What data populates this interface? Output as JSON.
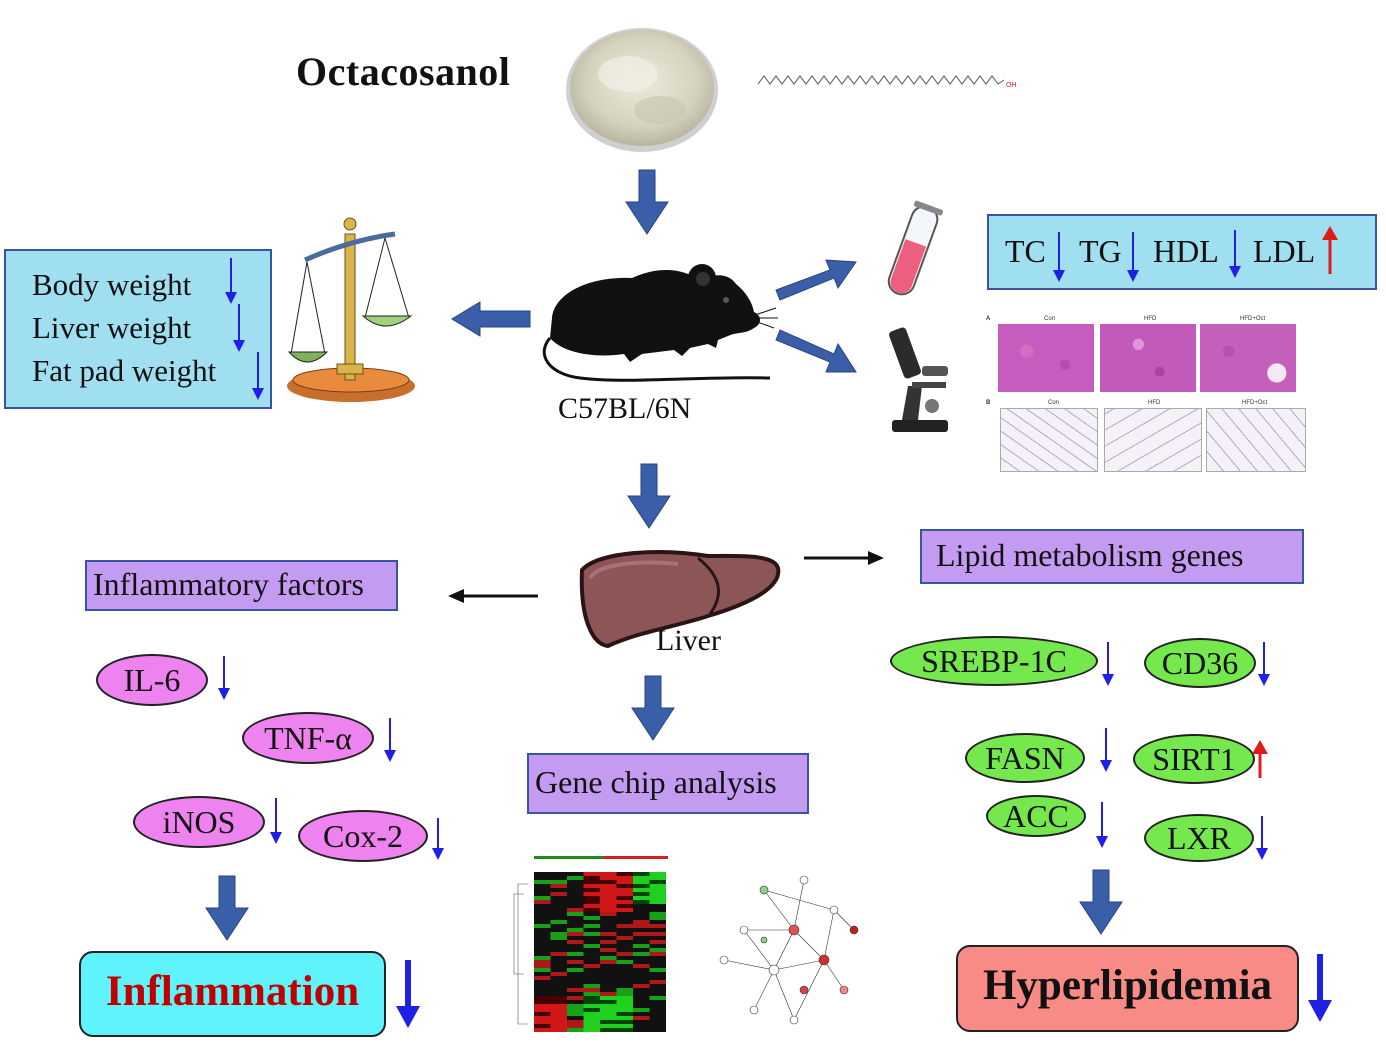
{
  "title": "Octacosanol",
  "mouse_label": "C57BL/6N",
  "liver_label": "Liver",
  "weights": [
    "Body weight",
    "Liver weight",
    "Fat pad weight"
  ],
  "lipids": [
    "TC",
    "TG",
    "HDL",
    "LDL"
  ],
  "histology": {
    "panel_a": "A",
    "panel_b": "B",
    "groups": [
      "Con",
      "HFD",
      "HFD+Oct"
    ]
  },
  "inflammatory_title": "Inflammatory factors",
  "lipid_genes_title": "Lipid metabolism genes",
  "gene_chip_title": "Gene chip analysis",
  "inflammatory_factors": [
    "IL-6",
    "TNF-α",
    "iNOS",
    "Cox-2"
  ],
  "lipid_genes": [
    "SREBP-1C",
    "CD36",
    "FASN",
    "SIRT1",
    "ACC",
    "LXR"
  ],
  "outcome_left": "Inflammation",
  "outcome_right": "Hyperlipidemia",
  "colors": {
    "down_arrow": "#1f1fe6",
    "up_arrow": "#e01b1b",
    "flow_arrow": "#3a5ea8"
  }
}
